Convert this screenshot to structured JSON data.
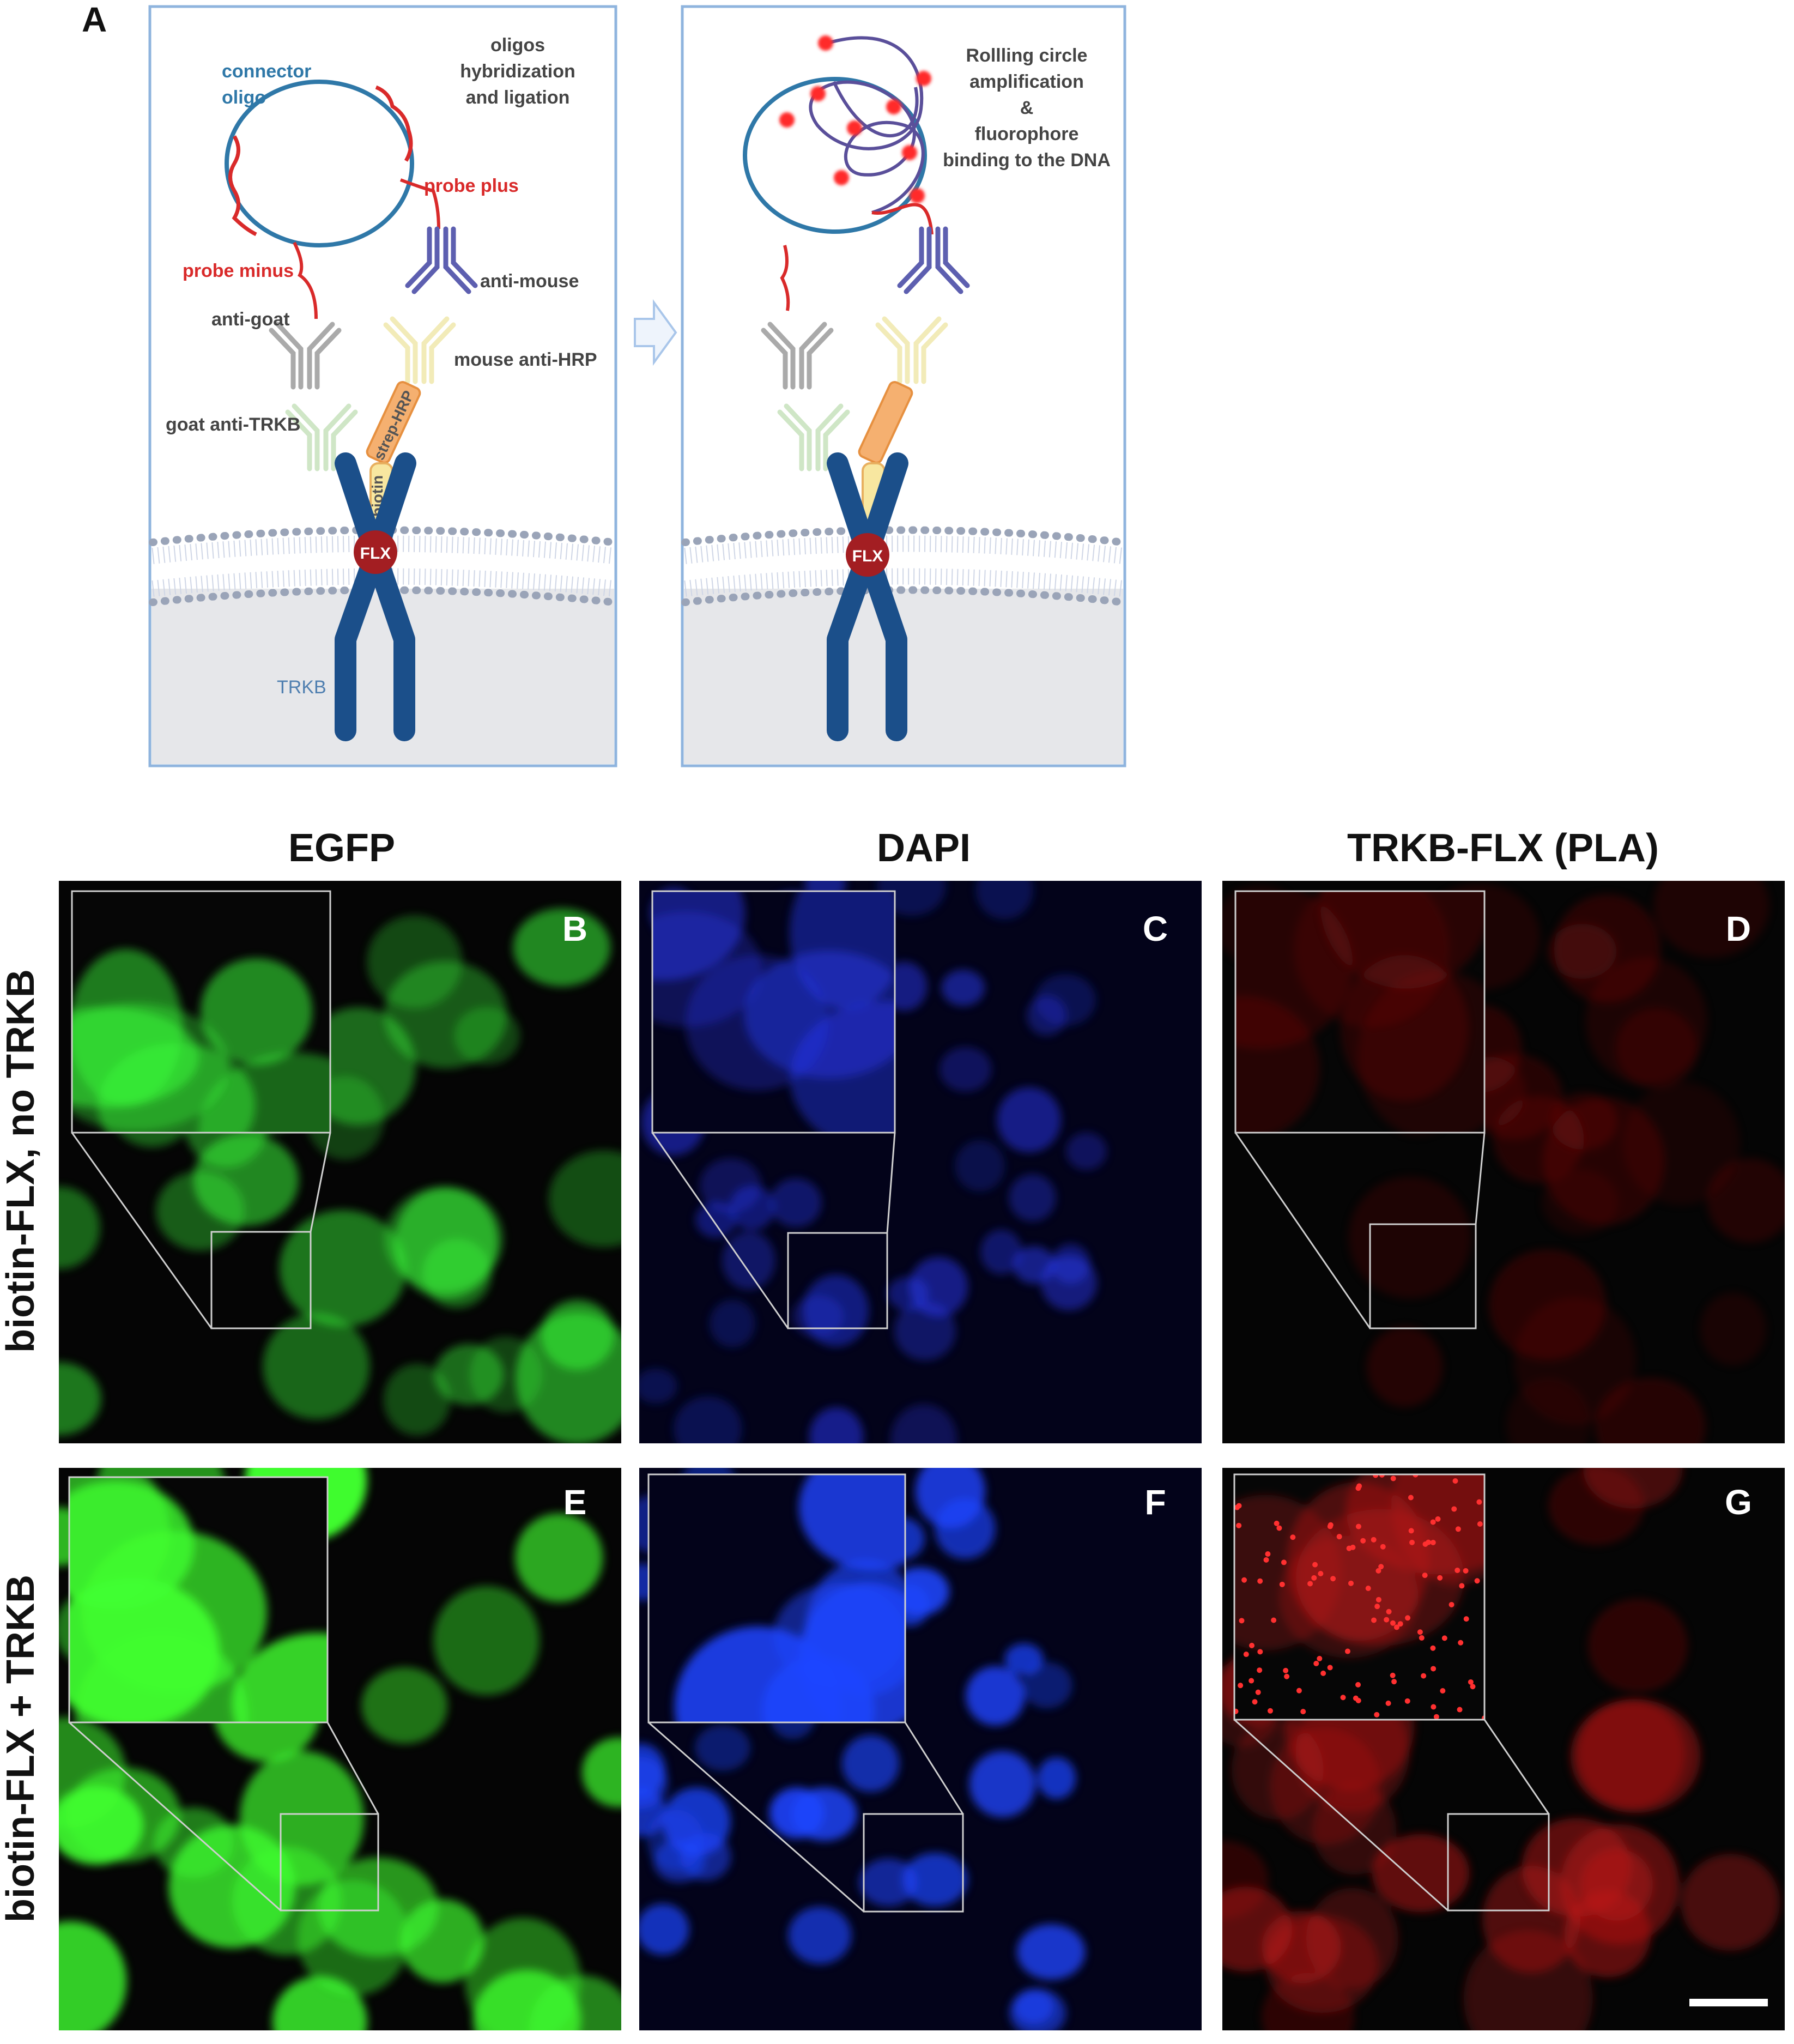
{
  "panel_a": {
    "letter": "A",
    "left": {
      "connector_oligo": [
        "connector",
        "oligo"
      ],
      "step_title": [
        "oligos",
        "hybridization",
        "and ligation"
      ],
      "probe_plus": "probe plus",
      "probe_minus": "probe minus",
      "anti_mouse": "anti-mouse",
      "anti_goat": "anti-goat",
      "mouse_anti_hrp": "mouse anti-HRP",
      "goat_anti_trkb": "goat anti-TRKB",
      "strep_hrp": "strep-HRP",
      "biotin": "biotin",
      "flx": "FLX",
      "trkb": "TRKB"
    },
    "right": {
      "step_title": [
        "Rollling circle",
        "amplification",
        "&",
        "fluorophore",
        "binding to the DNA"
      ],
      "flx": "FLX"
    }
  },
  "columns": [
    "EGFP",
    "DAPI",
    "TRKB-FLX (PLA)"
  ],
  "rows": [
    "biotin-FLX, no TRKB",
    "biotin-FLX + TRKB"
  ],
  "panels": [
    {
      "letter": "B",
      "channel": "EGFP",
      "color": "#3cff3c",
      "intensity": 0.55
    },
    {
      "letter": "C",
      "channel": "DAPI",
      "color": "#2a3cff",
      "intensity": 0.5
    },
    {
      "letter": "D",
      "channel": "PLA",
      "color": "#a01010",
      "intensity": 0.25
    },
    {
      "letter": "E",
      "channel": "EGFP",
      "color": "#40ff30",
      "intensity": 1.0
    },
    {
      "letter": "F",
      "channel": "DAPI",
      "color": "#1e46ff",
      "intensity": 0.9
    },
    {
      "letter": "G",
      "channel": "PLA",
      "color": "#c01818",
      "intensity": 0.5
    }
  ],
  "colors": {
    "trkb": "#1b4f8a",
    "flx": "#a31e22",
    "probe": "#d92a2a",
    "oligo": "#2f78a8",
    "panel_border": "#8fb4de"
  }
}
